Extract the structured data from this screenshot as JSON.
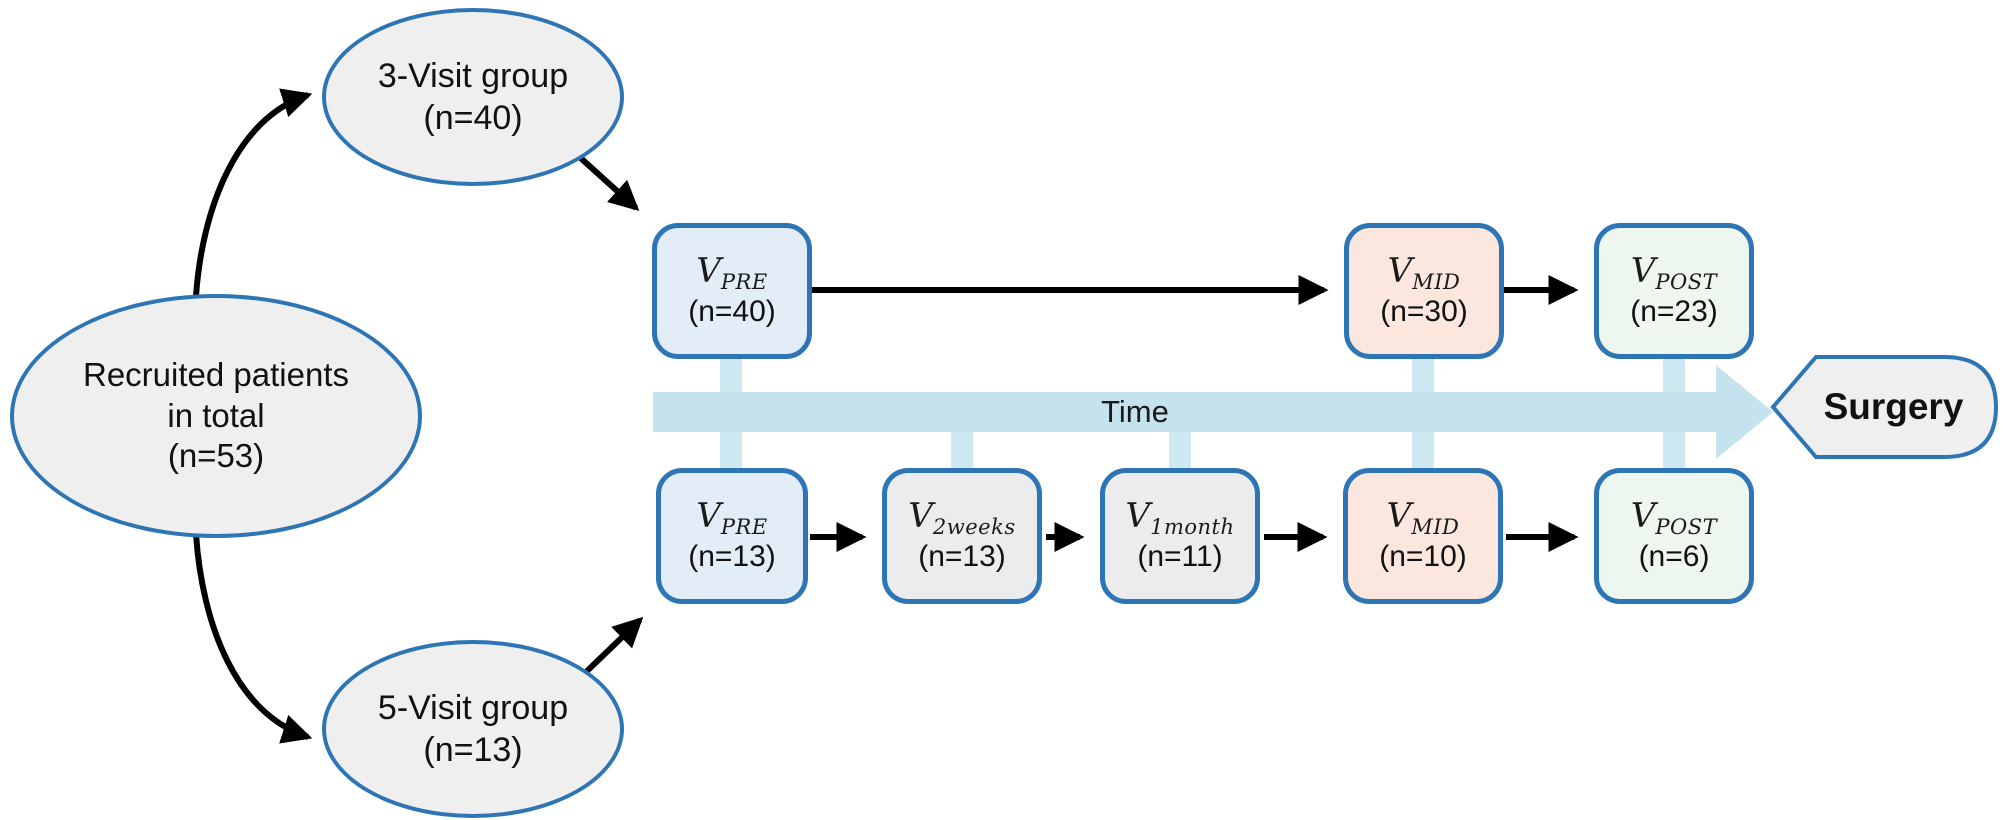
{
  "ellipse_total": {
    "line1": "Recruited patients",
    "line2": "in total",
    "line3": "(n=53)"
  },
  "ellipse_group3": {
    "line1": "3-Visit group",
    "line2": "(n=40)"
  },
  "ellipse_group5": {
    "line1": "5-Visit group",
    "line2": "(n=13)"
  },
  "visits": {
    "top": [
      {
        "symbol": "V",
        "subscript": "PRE",
        "count": "(n=40)"
      },
      {
        "symbol": "V",
        "subscript": "MID",
        "count": "(n=30)"
      },
      {
        "symbol": "V",
        "subscript": "POST",
        "count": "(n=23)"
      }
    ],
    "bottom": [
      {
        "symbol": "V",
        "subscript": "PRE",
        "count": "(n=13)"
      },
      {
        "symbol": "V",
        "subscript": "2weeks",
        "count": "(n=13)"
      },
      {
        "symbol": "V",
        "subscript": "1month",
        "count": "(n=11)"
      },
      {
        "symbol": "V",
        "subscript": "MID",
        "count": "(n=10)"
      },
      {
        "symbol": "V",
        "subscript": "POST",
        "count": "(n=6)"
      }
    ]
  },
  "timeline": {
    "label": "Time",
    "endpoint": "Surgery"
  },
  "colors": {
    "border": "#2e75b6",
    "node_gray": "#efefef",
    "band": "#c5e3ee",
    "stub": "#cfe9f2",
    "pre": "#e3edf8",
    "mid": "#fbe7dd",
    "post": "#edf6ef",
    "neutral": "#ebecee",
    "arrow": "#000000"
  }
}
